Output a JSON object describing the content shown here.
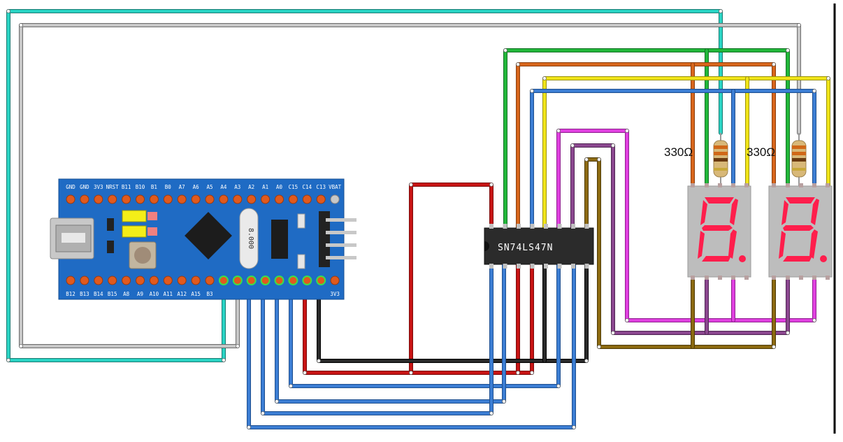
{
  "board": {
    "top_labels": [
      "GND",
      "GND",
      "3V3",
      "NRST",
      "B11",
      "B10",
      "B1",
      "B0",
      "A7",
      "A6",
      "A5",
      "A4",
      "A3",
      "A2",
      "A1",
      "A0",
      "C15",
      "C14",
      "C13",
      "VBAT"
    ],
    "bottom_labels": [
      "B12",
      "B13",
      "B14",
      "B15",
      "A8",
      "A9",
      "A10",
      "A11",
      "A12",
      "A15",
      "B3",
      "",
      "",
      "",
      "",
      "",
      "",
      "",
      "",
      "3V3"
    ],
    "crystal_label": "8.000"
  },
  "decoder": {
    "label": "SN74LS47N"
  },
  "resistors": [
    {
      "label": "330Ω"
    },
    {
      "label": "330Ω"
    }
  ],
  "displays": [
    {
      "digit": "8."
    },
    {
      "digit": "8."
    }
  ],
  "colors": {
    "teal": "#2ad4c4",
    "gray": "#a8a8a8",
    "green": "#22b83a",
    "orange": "#d8661c",
    "yellow": "#f0e418",
    "blue": "#3c7ed4",
    "magenta": "#e040e0",
    "purple": "#8c4890",
    "olive": "#8c6a10",
    "red": "#c81414",
    "black": "#1a1a1a",
    "board": "#1f6bc4",
    "segment": "#ff1e4c"
  }
}
